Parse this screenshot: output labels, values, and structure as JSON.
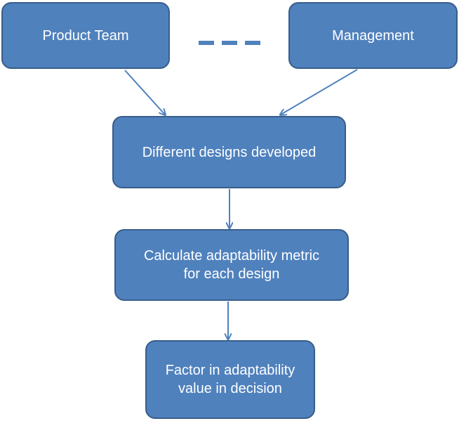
{
  "colors": {
    "node_fill": "#4f81bd",
    "node_border": "#385d8a",
    "connector": "#4f81bd",
    "text": "#ffffff"
  },
  "nodes": {
    "product_team": {
      "label": "Product Team"
    },
    "management": {
      "label": "Management"
    },
    "designs": {
      "label": "Different designs developed"
    },
    "calculate": {
      "label": "Calculate adaptability metric\nfor each design"
    },
    "factor": {
      "label": "Factor in adaptability\nvalue in decision"
    }
  },
  "edges": [
    {
      "from": "product_team",
      "to": "designs"
    },
    {
      "from": "management",
      "to": "designs"
    },
    {
      "from": "designs",
      "to": "calculate"
    },
    {
      "from": "calculate",
      "to": "factor"
    }
  ],
  "connectors": [
    {
      "from": "product_team",
      "to": "management",
      "style": "dashed"
    }
  ]
}
